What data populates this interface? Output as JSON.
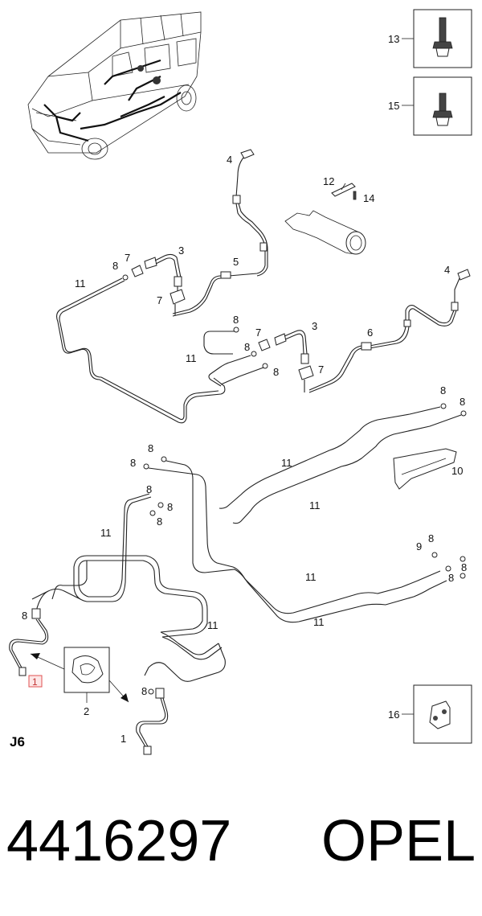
{
  "callouts": {
    "c1": "1",
    "c2": "2",
    "c3": "3",
    "c4": "4",
    "c5": "5",
    "c6": "6",
    "c7": "7",
    "c8": "8",
    "c9": "9",
    "c10": "10",
    "c11": "11",
    "c12": "12",
    "c13": "13",
    "c14": "14",
    "c15": "15",
    "c16": "16"
  },
  "diagram_code": "J6",
  "part_number": "4416297",
  "brand": "OPEL",
  "colors": {
    "line": "#222222",
    "highlight": "#e05050",
    "highlight_fill": "#fde7e7"
  }
}
